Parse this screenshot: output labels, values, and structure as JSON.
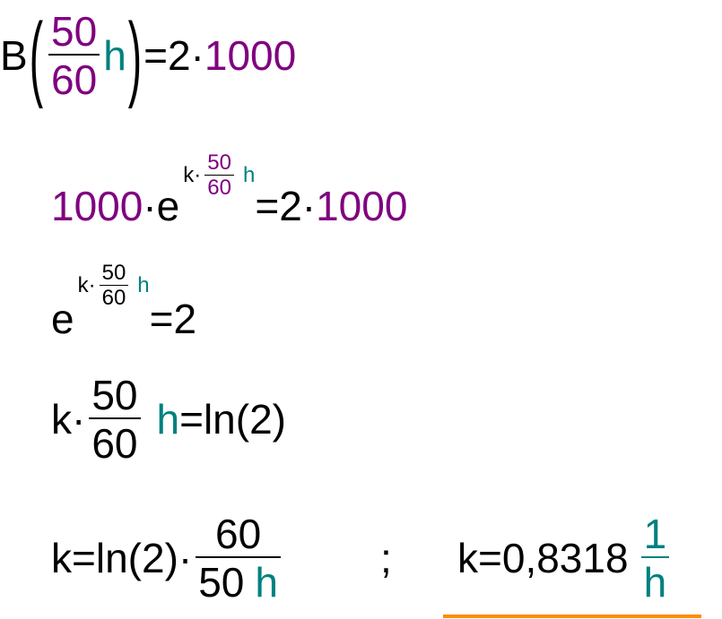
{
  "colors": {
    "parameter": "#800080",
    "unit": "#008080",
    "result_underline": "#ff8c00"
  },
  "line1": {
    "func": "B",
    "open": "(",
    "num": "50",
    "den": "60",
    "unit": "h",
    "close": ")",
    "eq": "=2·",
    "value": "1000"
  },
  "line2": {
    "coef": "1000",
    "dot": "·",
    "base": "e",
    "sup_k": "k·",
    "sup_num": "50",
    "sup_den": "60",
    "sup_unit": "h",
    "eq": "=2·",
    "value": "1000"
  },
  "line3": {
    "base": "e",
    "sup_k": "k·",
    "sup_num": "50",
    "sup_den": "60",
    "sup_unit": "h",
    "eq": "=2"
  },
  "line4": {
    "k": "k·",
    "num": "50",
    "den": "60",
    "unit": "h",
    "eq": "=ln(2)"
  },
  "line5": {
    "lhs": "k=ln(2)·",
    "num": "60",
    "den_value": "50",
    "den_unit": "h",
    "separator": ";",
    "result": "k=0,8318",
    "res_num": "1",
    "res_den": "h"
  }
}
